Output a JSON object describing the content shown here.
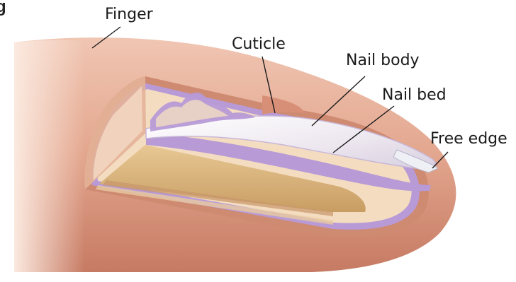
{
  "figure": {
    "corner_label": "g",
    "labels": {
      "finger": "Finger",
      "cuticle": "Cuticle",
      "nail_body": "Nail body",
      "nail_bed": "Nail bed",
      "free_edge": "Free edge"
    },
    "colors": {
      "skin": "#e2a58e",
      "skin_dark": "#c9735c",
      "tissue": "#f3dcc0",
      "bone": "#d8b17a",
      "nail_matrix": "#b79ad6",
      "nail_plate": "#f1ebf3"
    }
  }
}
